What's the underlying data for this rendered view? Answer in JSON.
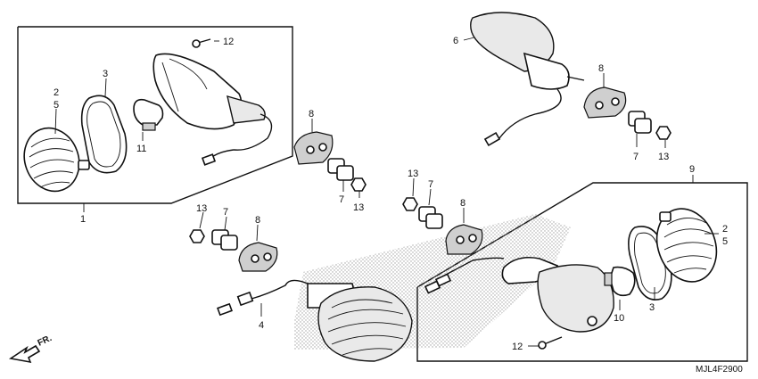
{
  "callouts": {
    "c1": "1",
    "c2a": "2",
    "c5a": "5",
    "c3a": "3",
    "c11": "11",
    "c12a": "12",
    "c6": "6",
    "c8a": "8",
    "c7a": "7",
    "c13a": "13",
    "c8b": "8",
    "c7b": "7",
    "c13b": "13",
    "c9": "9",
    "c13c": "13",
    "c7c": "7",
    "c8c": "8",
    "c13d": "13",
    "c7d": "7",
    "c8d": "8",
    "c4": "4",
    "c2b": "2",
    "c5b": "5",
    "c3b": "3",
    "c10": "10",
    "c12b": "12"
  },
  "front_arrow_label": "FR.",
  "diagram_code": "MJL4F2900"
}
